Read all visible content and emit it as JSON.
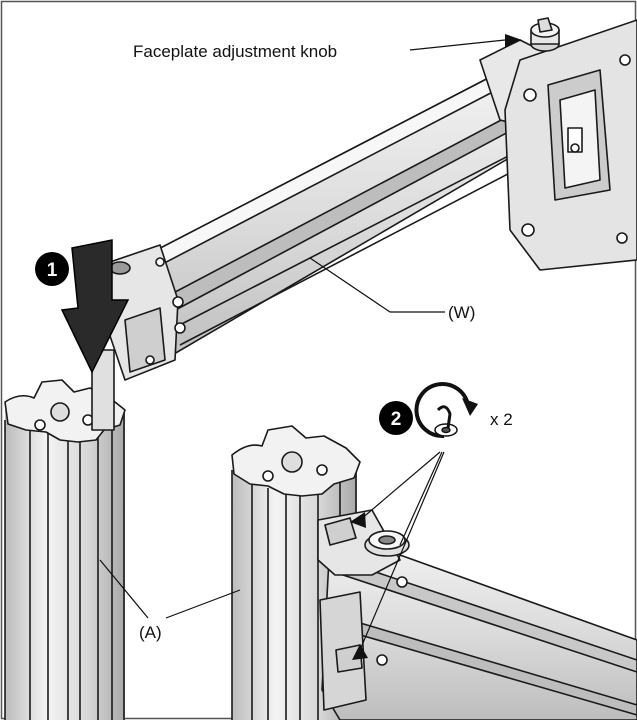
{
  "labels": {
    "knob": "Faceplate adjustment knob",
    "arm": "(W)",
    "post": "(A)"
  },
  "steps": {
    "step1": "1",
    "step2": "2"
  },
  "repeat": "x 2",
  "colors": {
    "line": "#1a1a1a",
    "metal_light": "#f4f4f4",
    "metal_mid": "#d2d2d2",
    "metal_dark": "#9a9a9a",
    "badge": "#000000"
  },
  "icons": {
    "press_down": "down-arrow-icon",
    "rotate": "clockwise-rotation-icon",
    "fastener": "hex-screw-icon"
  }
}
